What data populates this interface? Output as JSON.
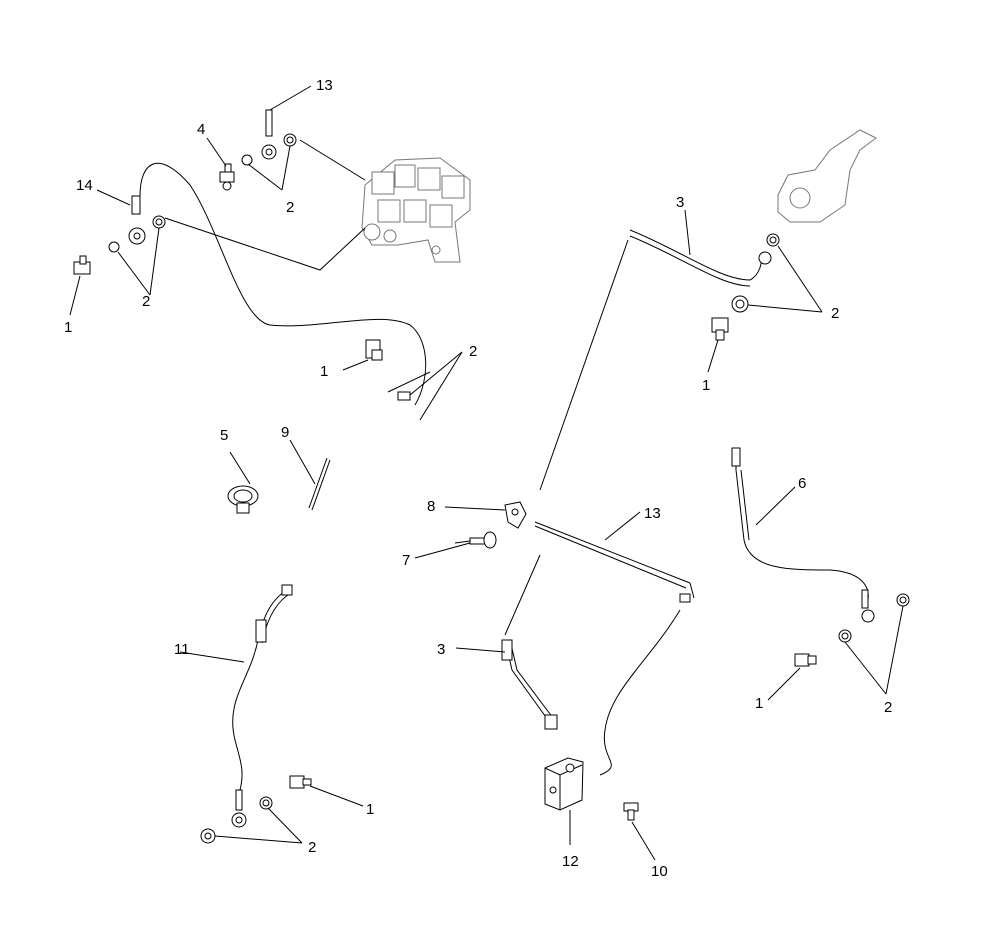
{
  "diagram": {
    "callouts": [
      {
        "id": "c13a",
        "text": "13"
      },
      {
        "id": "c4",
        "text": "4"
      },
      {
        "id": "c14",
        "text": "14"
      },
      {
        "id": "c2a",
        "text": "2"
      },
      {
        "id": "c2b",
        "text": "2"
      },
      {
        "id": "c1a",
        "text": "1"
      },
      {
        "id": "c1b",
        "text": "1"
      },
      {
        "id": "c2c",
        "text": "2"
      },
      {
        "id": "c3a",
        "text": "3"
      },
      {
        "id": "c2d",
        "text": "2"
      },
      {
        "id": "c1c",
        "text": "1"
      },
      {
        "id": "c5",
        "text": "5"
      },
      {
        "id": "c9",
        "text": "9"
      },
      {
        "id": "c6",
        "text": "6"
      },
      {
        "id": "c8",
        "text": "8"
      },
      {
        "id": "c13b",
        "text": "13"
      },
      {
        "id": "c7",
        "text": "7"
      },
      {
        "id": "c11",
        "text": "11"
      },
      {
        "id": "c3b",
        "text": "3"
      },
      {
        "id": "c1d",
        "text": "1"
      },
      {
        "id": "c2e",
        "text": "2"
      },
      {
        "id": "c1e",
        "text": "1"
      },
      {
        "id": "c2f",
        "text": "2"
      },
      {
        "id": "c12",
        "text": "12"
      },
      {
        "id": "c10",
        "text": "10"
      }
    ]
  }
}
